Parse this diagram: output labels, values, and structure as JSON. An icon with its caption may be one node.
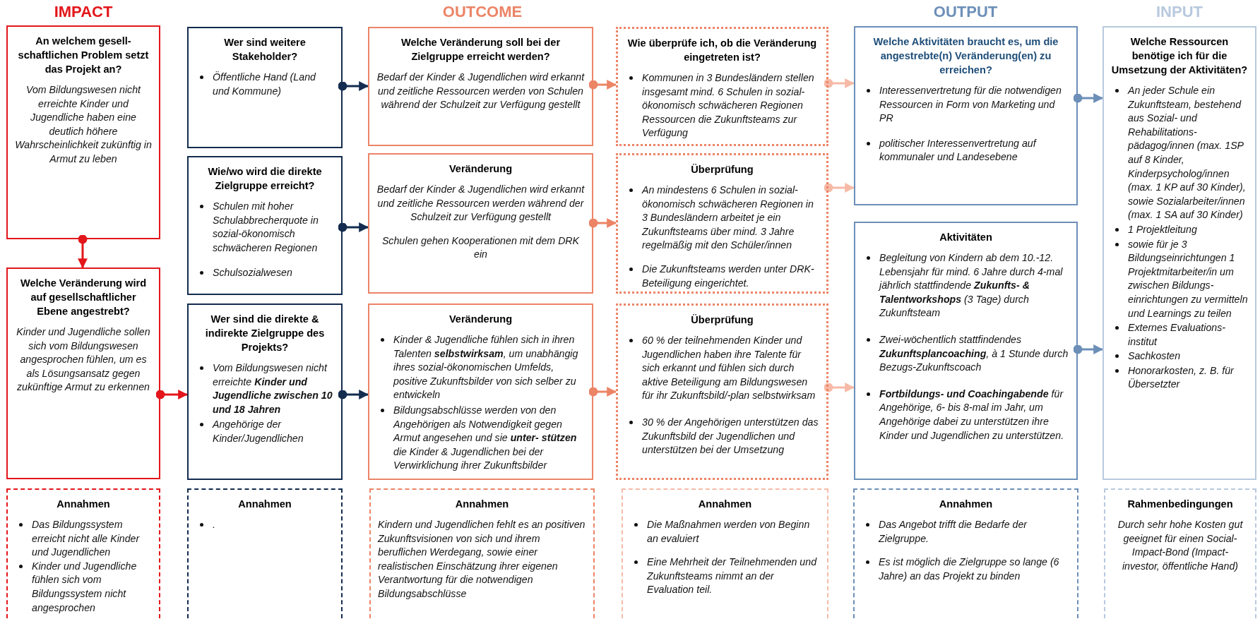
{
  "diagram": {
    "nodes": [
      {
        "text": [
          "An welchem gesell- schaftlichen Problem setzt das Projekt an?",
          "Vom Bildungswesen nicht erreichte Kinder und Jugendliche haben eine deutlich höhere Wahrscheinlichkeit zukünftig in Armut zu leben"
        ]
      },
      {
        "text": [
          "Welche Veränderung wird auf gesellschaftlicher Ebene angestrebt?",
          "Kinder und Jugendliche sollen sich vom Bildungswesen angesprochen fühlen, um es als Lösungsansatz gegen zukünftige Armut zu erkennen"
        ]
      },
      {
        "text": [
          "Wer sind weitere Stakeholder?",
          "Öffentliche Hand (Land und Kommune)"
        ]
      },
      {
        "text": [
          "Wie/wo wird die direkte Zielgruppe erreicht?",
          "Schulen mit hoher Schulabbrecherquote in sozial-ökonomisch schwächeren Regionen",
          "Schulsozialwesen"
        ]
      },
      {
        "text": [
          "Wer sind die direkte & indirekte Zielgruppe des Projekts?",
          "Vom Bildungswesen nicht erreichte **Kinder und Jugendliche zwischen 10 und 18 Jahren**",
          "Angehörige der Kinder/Jugendlichen"
        ]
      },
      {
        "text": [
          "Welche Veränderung soll bei der Zielgruppe erreicht werden?",
          "Bedarf der Kinder & Jugendlichen wird erkannt und zeitliche Ressourcen werden von Schulen während der Schulzeit zur Verfügung gestellt"
        ]
      },
      {
        "text": [
          "Veränderung",
          "Bedarf der Kinder & Jugendlichen wird erkannt und zeitliche Ressourcen werden während der Schulzeit zur Verfügung gestellt",
          "Schulen gehen Kooperationen mit dem DRK ein"
        ]
      },
      {
        "text": [
          "Veränderung",
          "Kinder & Jugendliche fühlen sich in ihren Talenten **selbstwirksam**, um unabhängig ihres sozial-ökonomischen Umfelds, positive Zukunftsbilder von sich selber zu entwickeln",
          "Bildungsabschlüsse werden von den Angehörigen als Notwendigkeit gegen Armut angesehen und sie **unter- stützen** die Kinder & Jugendlichen bei der Verwirklichung ihrer Zukunftsbilder"
        ]
      },
      {
        "text": [
          "Wie überprüfe ich, ob die Veränderung eingetreten ist?",
          "Kommunen in 3 Bundesländern stellen insgesamt mind. 6 Schulen in sozial-ökonomisch schwächeren Regionen Ressourcen die Zukunftsteams zur Verfügung"
        ]
      },
      {
        "text": [
          "Überprüfung",
          "An mindestens 6 Schulen in sozial-ökonomisch schwächeren Regionen in 3 Bundesländern arbeitet je ein Zukunftsteams über mind. 3 Jahre regelmäßig mit den Schüler/innen",
          "Die Zukunftsteams werden unter DRK-Beteiligung eingerichtet."
        ]
      },
      {
        "text": [
          "Überprüfung",
          "60 % der teilnehmenden Kinder und Jugendlichen haben ihre Talente für sich erkannt und fühlen sich durch aktive Beteiligung am Bildungswesen für ihr Zukunftsbild/-plan selbstwirksam",
          "30 % der Angehörigen unterstützen das Zukunftsbild der Jugendlichen und unterstützen bei der Umsetzung"
        ]
      },
      {
        "text": [
          "Welche Aktivitäten braucht es, um die angestrebte(n) Veränderung(en) zu erreichen?",
          "Interessenvertretung für die notwendigen Ressourcen in Form von Marketing und PR",
          "politischer Interessenvertretung auf kommunaler und Landesebene"
        ]
      },
      {
        "text": [
          "Aktivitäten",
          "Begleitung von Kindern ab dem 10.-12. Lebensjahr für mind. 6 Jahre durch 4-mal jährlich stattfindende **Zukunfts- & Talentworkshops** (3 Tage) durch Zukunftsteam",
          "Zwei-wöchentlich stattfindendes **Zukunftsplancoaching**, à 1 Stunde durch Bezugs-Zukunftscoach",
          "**Fortbildungs- und Coachingabende** für Angehörige, 6- bis 8-mal im Jahr, um Angehörige dabei zu unterstützen ihre Kinder und Jugendlichen zu unterstützen."
        ]
      },
      {
        "text": [
          "Welche Ressourcen benötige ich für die Umsetzung der Aktivitäten?",
          "An jeder Schule ein Zukunftsteam, bestehend aus Sozial- und Rehabilitations- pädagog/innen (max. 1SP auf 8 Kinder, Kinderpsycholog/innen (max. 1 KP auf 30 Kinder), sowie Sozialarbeiter/innen (max. 1 SA auf 30 Kinder)",
          "1 Projektleitung",
          "sowie für je 3 Bildungseinrichtungen 1 Projektmitarbeiter/in um zwischen Bildungs- einrichtungen zu vermitteln und Learnings zu teilen",
          "Externes Evaluations- institut",
          "Sachkosten",
          "Honorarkosten, z. B. für Übersetzter"
        ]
      },
      {
        "text": [
          "Annahmen",
          "Das Bildungssystem erreicht nicht alle Kinder und Jugendlichen",
          "Kinder und Jugendliche fühlen sich vom Bildungssystem nicht angesprochen"
        ]
      },
      {
        "text": [
          "Annahmen",
          "."
        ]
      },
      {
        "text": [
          "Annahmen",
          "Kindern und Jugendlichen fehlt es an positiven Zukunftsvisionen von sich und ihrem beruflichen Werdegang, sowie einer realistischen Einschätzung ihrer eigenen Verantwortung für die notwendigen Bildungsabschlüsse"
        ]
      },
      {
        "text": [
          "Annahmen",
          "Die Maßnahmen werden von Beginn an evaluiert",
          "Eine Mehrheit der Teilnehmenden und Zukunftsteams nimmt an der Evaluation teil."
        ]
      },
      {
        "text": [
          "Annahmen",
          "Das Angebot trifft die Bedarfe der Zielgruppe.",
          "Es ist möglich die Zielgruppe so lange (6 Jahre) an das Projekt zu binden"
        ]
      },
      {
        "text": [
          "Rahmenbedingungen",
          "Durch sehr hohe Kosten gut geeignet für einen Social- Impact-Bond (Impact- investor, öffentliche Hand)"
        ]
      }
    ],
    "edges": [
      {
        "from": 0,
        "to": 1,
        "arrow": "to",
        "color": "#e3161b"
      },
      {
        "from": 1,
        "to": 4,
        "arrow": "to",
        "color": "#e3161b"
      },
      {
        "from": 2,
        "to": 5,
        "arrow": "to",
        "color": "#132c4f"
      },
      {
        "from": 3,
        "to": 6,
        "arrow": "to",
        "color": "#132c4f"
      },
      {
        "from": 4,
        "to": 7,
        "arrow": "to",
        "color": "#132c4f"
      },
      {
        "from": 5,
        "to": 8,
        "arrow": "to",
        "color": "#ec8466"
      },
      {
        "from": 6,
        "to": 9,
        "arrow": "to",
        "color": "#ec8466"
      },
      {
        "from": 7,
        "to": 10,
        "arrow": "to",
        "color": "#ec8466"
      },
      {
        "from": 8,
        "to": 11,
        "arrow": "to",
        "color": "#f6baa6"
      },
      {
        "from": 9,
        "to": 11,
        "arrow": "to",
        "color": "#f6baa6"
      },
      {
        "from": 10,
        "to": 12,
        "arrow": "to",
        "color": "#f6baa6"
      },
      {
        "from": 11,
        "to": 13,
        "arrow": "to",
        "color": "#6c8fb8"
      },
      {
        "from": 12,
        "to": 13,
        "arrow": "to",
        "color": "#6c8fb8"
      }
    ],
    "labels": [
      "IMPACT",
      "OUTCOME",
      "OUTPUT",
      "INPUT"
    ]
  }
}
